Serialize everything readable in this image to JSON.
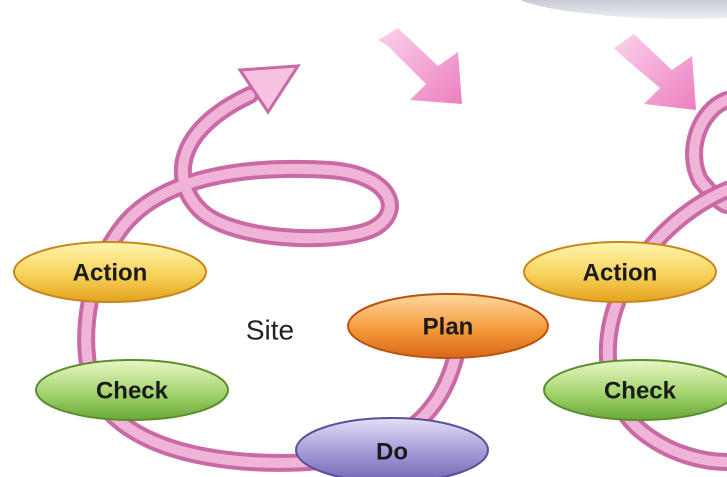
{
  "diagram": {
    "left_cycle": {
      "center_label": "Site",
      "steps": {
        "action": "Action",
        "plan": "Plan",
        "check": "Check",
        "do": "Do"
      }
    },
    "right_cycle": {
      "steps": {
        "action": "Action",
        "check": "Check"
      }
    },
    "colors": {
      "spiral": "#e6a0c8",
      "arrow": "#f08cc8",
      "action": "#f5c446",
      "plan": "#f08a2a",
      "check": "#8cc45a",
      "do": "#8a7cc4",
      "header_band": "#d9dbe0"
    }
  }
}
